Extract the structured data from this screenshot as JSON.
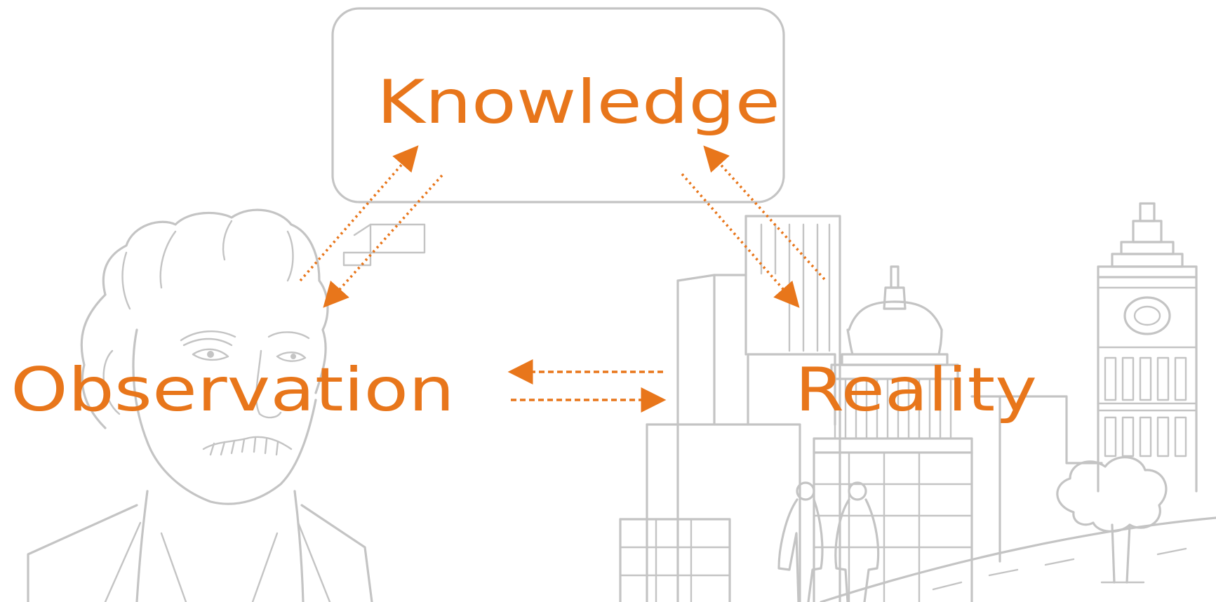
{
  "accent_color": "#e8761b",
  "line_art_color": "#c4c4c4",
  "labels": {
    "knowledge": "Knowledge",
    "observation": "Observation",
    "reality": "Reality"
  },
  "illustrations": {
    "person": "portrait-sketch",
    "city": "city-skyline-sketch"
  },
  "arrows": [
    {
      "from": "observation",
      "to": "knowledge",
      "style": "dotted"
    },
    {
      "from": "knowledge",
      "to": "observation",
      "style": "dotted"
    },
    {
      "from": "knowledge",
      "to": "reality",
      "style": "dotted"
    },
    {
      "from": "reality",
      "to": "knowledge",
      "style": "dotted"
    },
    {
      "from": "reality",
      "to": "observation",
      "style": "dashed"
    },
    {
      "from": "observation",
      "to": "reality",
      "style": "dashed"
    }
  ]
}
